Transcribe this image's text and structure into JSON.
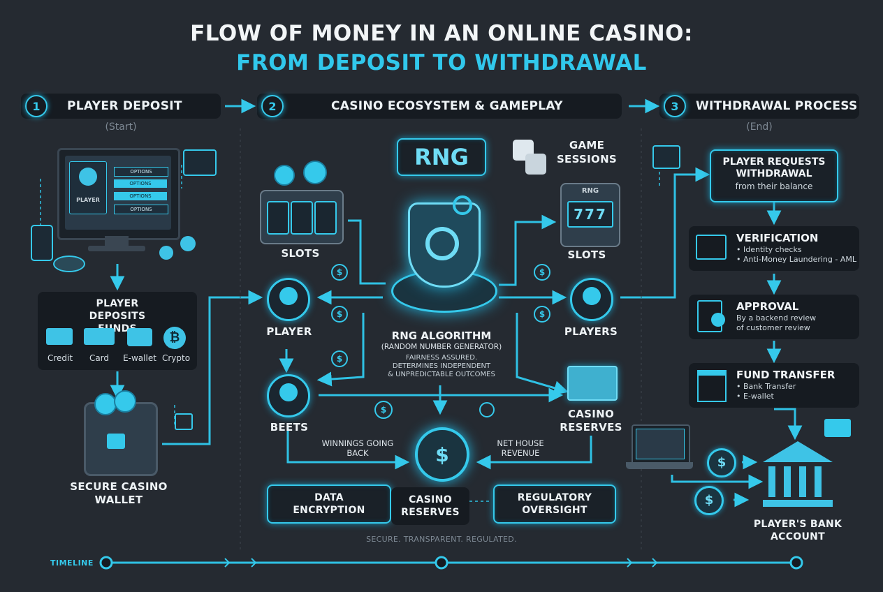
{
  "header": {
    "title_line1": "FLOW OF MONEY IN AN ONLINE CASINO:",
    "title_line2": "FROM DEPOSIT TO WITHDRAWAL"
  },
  "stages": [
    {
      "number": "1",
      "label": "PLAYER DEPOSIT",
      "sub": "(Start)"
    },
    {
      "number": "2",
      "label": "CASINO ECOSYSTEM & GAMEPLAY"
    },
    {
      "number": "3",
      "label": "WITHDRAWAL PROCESS",
      "sub": "(End)"
    }
  ],
  "deposit": {
    "screen_avatar_label": "PLAYER",
    "screen_options": [
      "OPTIONS",
      "OPTIONS",
      "OPTIONS",
      "OPTIONS"
    ],
    "funds_title": "PLAYER DEPOSITS FUNDS",
    "methods": [
      "Credit",
      "Card",
      "E-wallet",
      "Crypto"
    ],
    "wallet_label": "SECURE CASINO WALLET"
  },
  "ecosystem": {
    "rng_badge": "RNG",
    "game_sessions": "GAME SESSIONS",
    "slots_left": "SLOTS",
    "slots_right": "SLOTS",
    "slot_machine_label": "RNG",
    "slot_reels": "777",
    "player_label": "PLAYER",
    "players_label": "PLAYERS",
    "beets_label": "BEETS",
    "rng_title": "RNG ALGORITHM",
    "rng_subtitle": "(RANDOM NUMBER GENERATOR)",
    "rng_desc_1": "FAIRNESS ASSURED.",
    "rng_desc_2": "DETERMINES INDEPENDENT",
    "rng_desc_3": "& UNPREDICTABLE OUTCOMES",
    "casino_reserves_top": "CASINO RESERVES",
    "winnings": "WINNINGS GOING BACK",
    "net_house": "NET HOUSE REVENUE",
    "data_encryption": "DATA ENCRYPTION",
    "casino_reserves_bottom": "CASINO RESERVES",
    "regulatory": "REGULATORY OVERSIGHT",
    "tagline": "SECURE. TRANSPARENT. REGULATED.",
    "coin_symbol": "$"
  },
  "withdrawal": {
    "request_title": "PLAYER REQUESTS WITHDRAWAL",
    "request_sub": "from their balance",
    "verification_title": "VERIFICATION",
    "verification_items": [
      "• Identity checks",
      "• Anti-Money Laundering - AML"
    ],
    "approval_title": "APPROVAL",
    "approval_detail": "By a backend review of customer review",
    "transfer_title": "FUND TRANSFER",
    "transfer_items": [
      "• Bank Transfer",
      "• E-wallet"
    ],
    "bank_label": "PLAYER'S BANK ACCOUNT"
  },
  "timeline": {
    "label": "TIMELINE"
  },
  "colors": {
    "accent": "#35c9eb",
    "background": "#252a31",
    "panel": "#161b21",
    "line": "#2fc1e4"
  }
}
